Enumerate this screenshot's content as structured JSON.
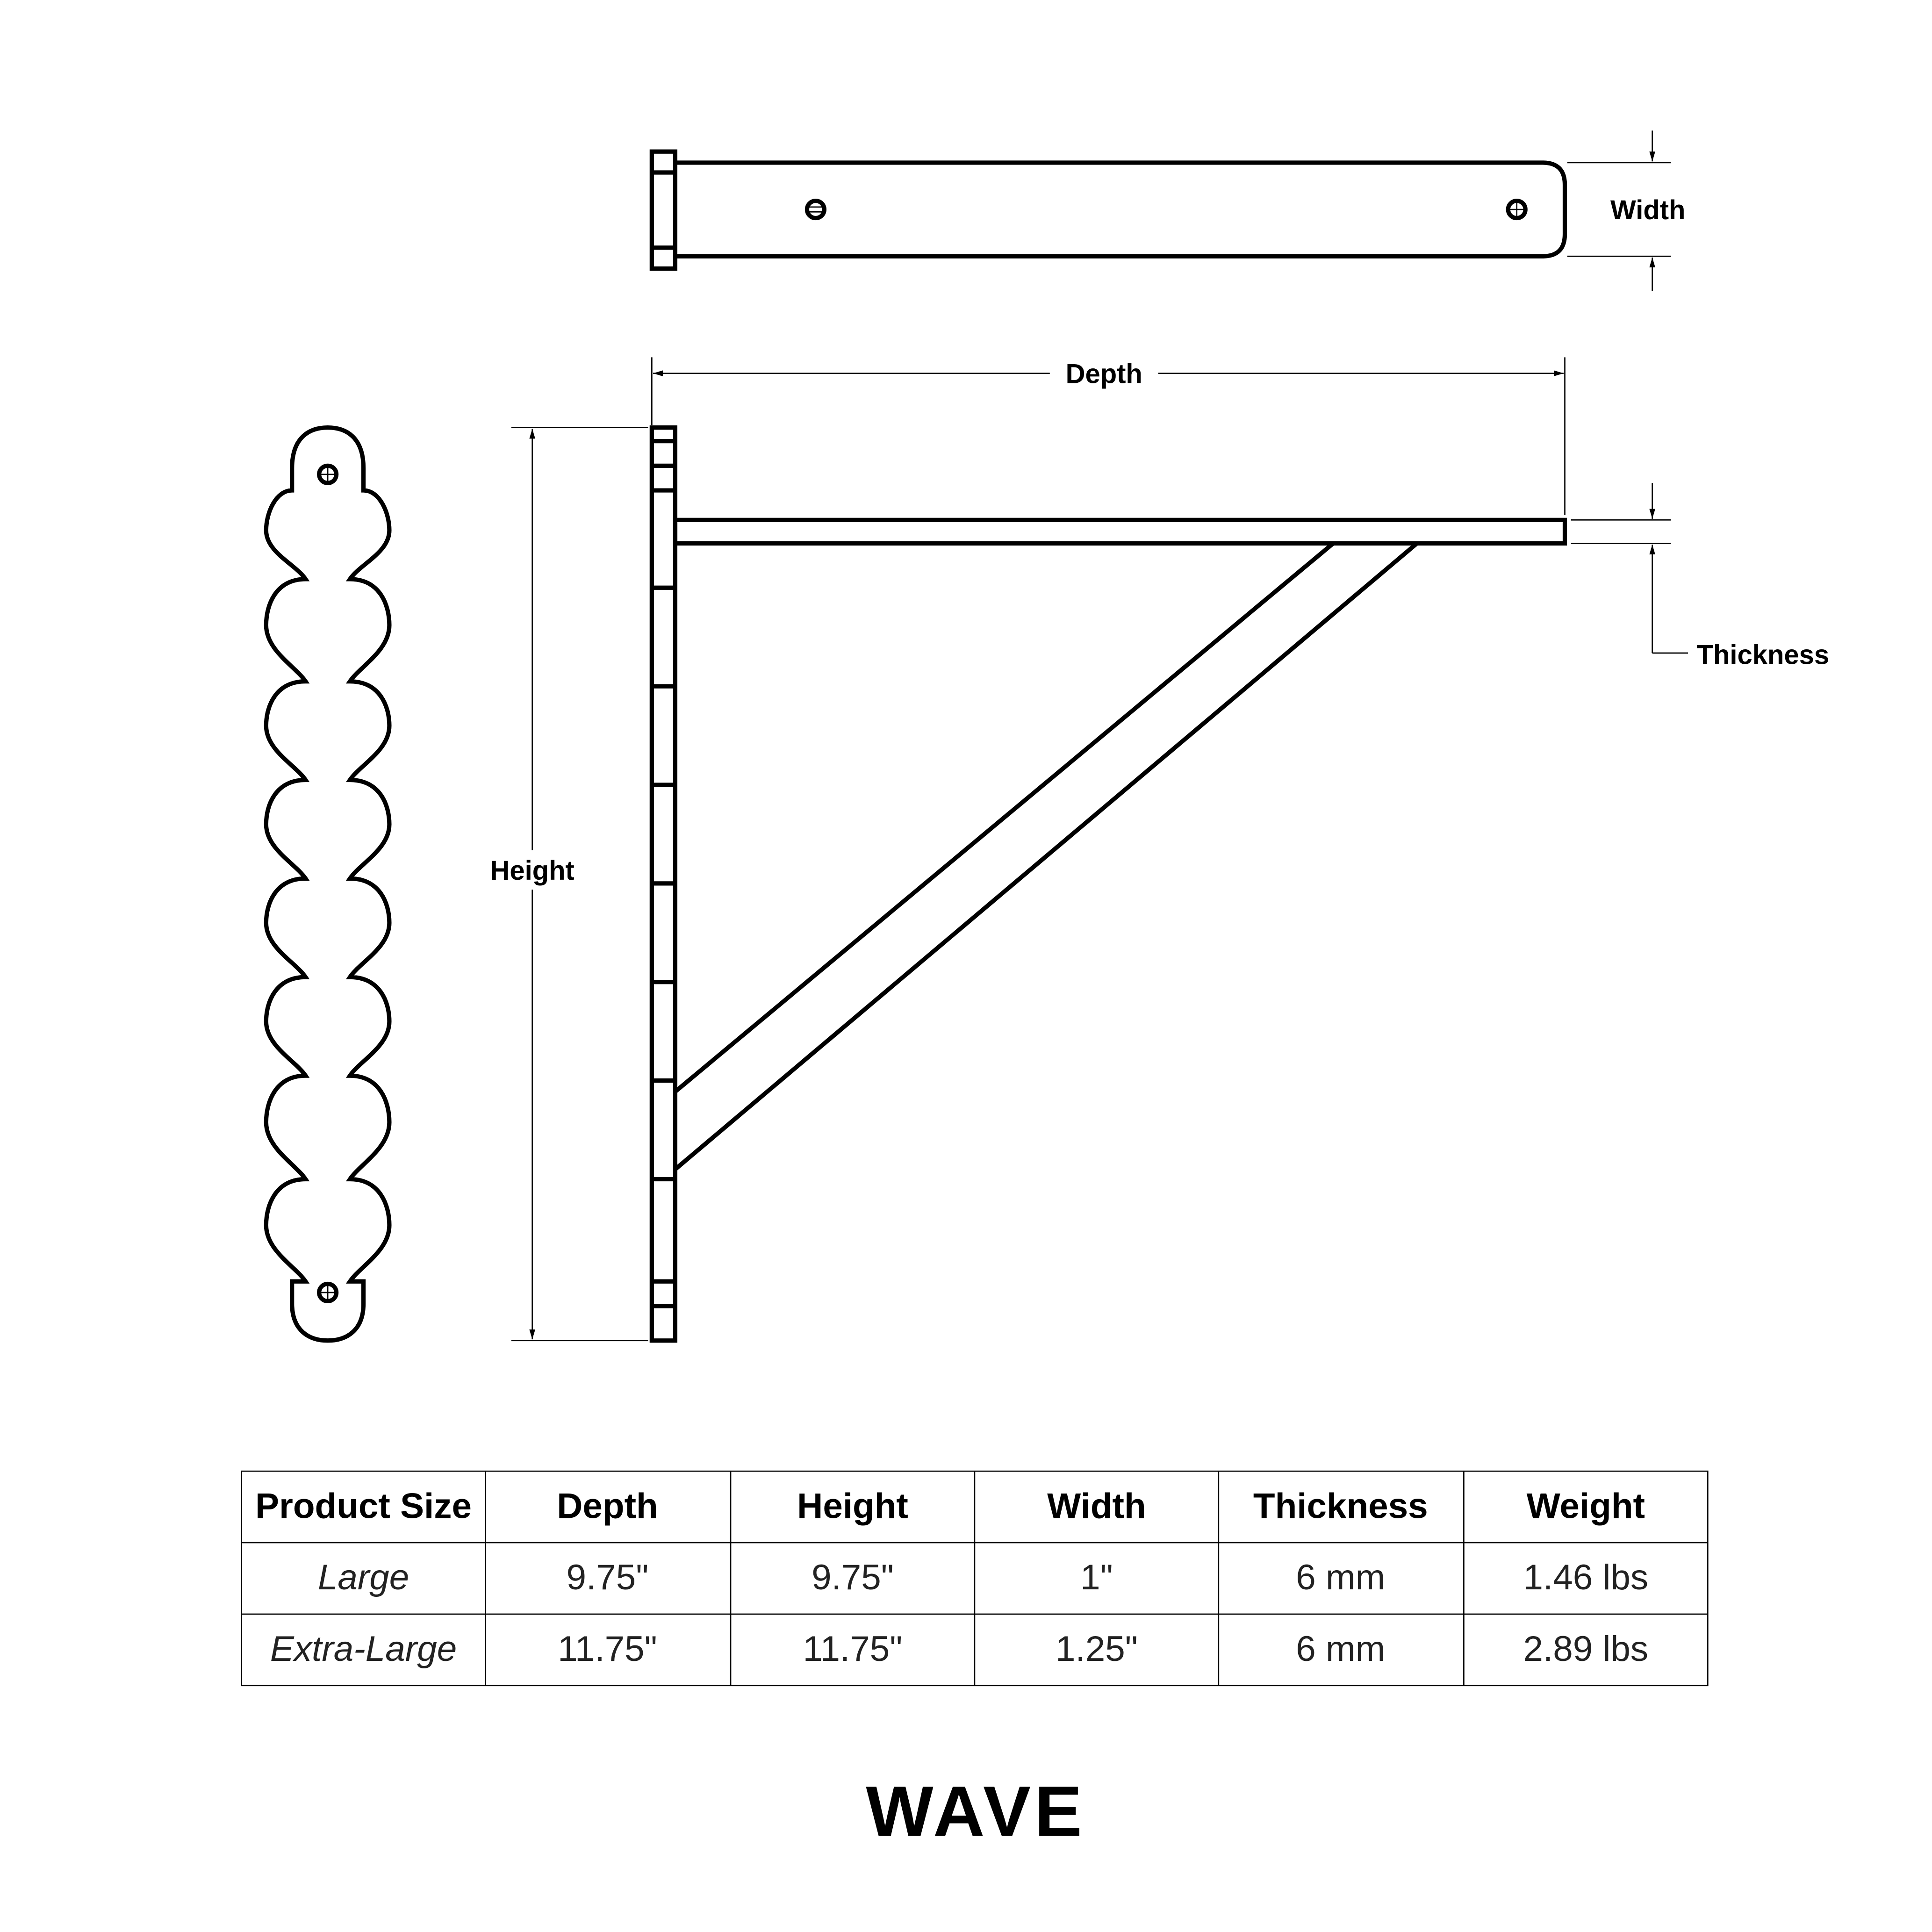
{
  "dimension_labels": {
    "width": "Width",
    "depth": "Depth",
    "height": "Height",
    "thickness": "Thickness"
  },
  "table": {
    "headers": [
      "Product Size",
      "Depth",
      "Height",
      "Width",
      "Thickness",
      "Weight"
    ],
    "rows": [
      [
        "Large",
        "9.75\"",
        "9.75\"",
        "1\"",
        "6 mm",
        "1.46 lbs"
      ],
      [
        "Extra-Large",
        "11.75\"",
        "11.75\"",
        "1.25\"",
        "6 mm",
        "2.89 lbs"
      ]
    ]
  },
  "title": "WAVE"
}
